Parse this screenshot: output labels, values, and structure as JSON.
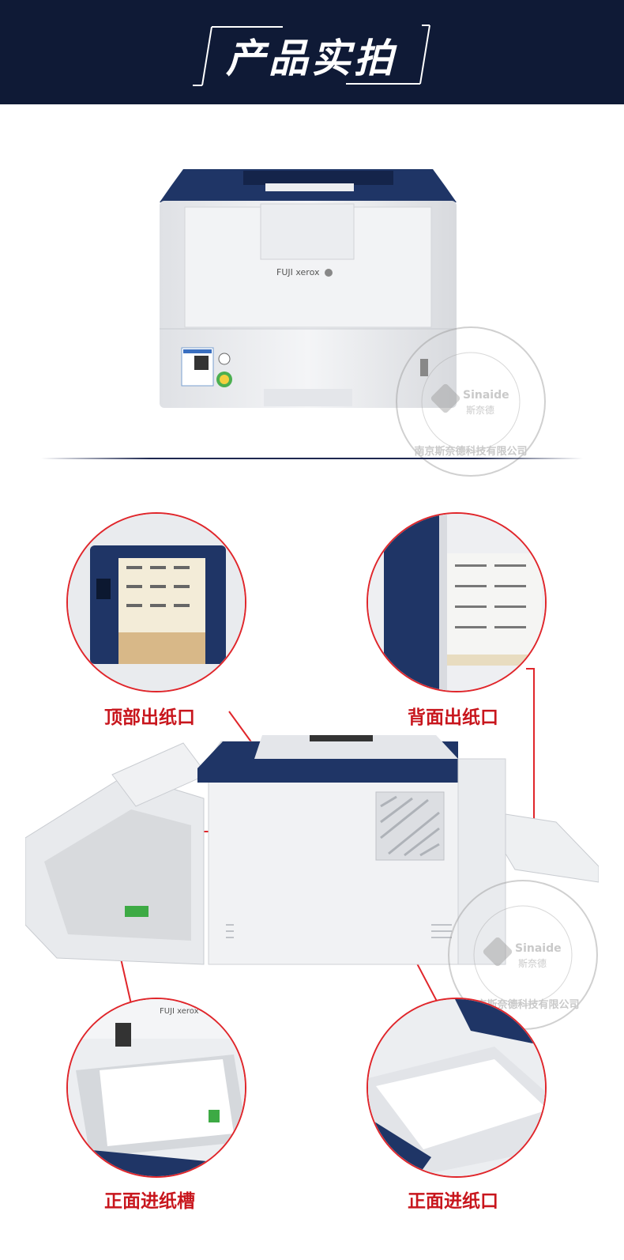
{
  "banner": {
    "title": "产品实拍"
  },
  "printer": {
    "brand": "FUJI xerox"
  },
  "watermark": {
    "arc_text": "南京斯奈德科技有限公司",
    "logo_text": "Sinaide",
    "logo_cn": "斯奈德"
  },
  "features": [
    {
      "label": "顶部出纸口"
    },
    {
      "label": "背面出纸口"
    },
    {
      "label": "正面进纸槽"
    },
    {
      "label": "正面进纸口"
    }
  ],
  "colors": {
    "banner_bg": "#0f1a36",
    "accent_red": "#c8161d",
    "printer_navy": "#1f3566"
  }
}
